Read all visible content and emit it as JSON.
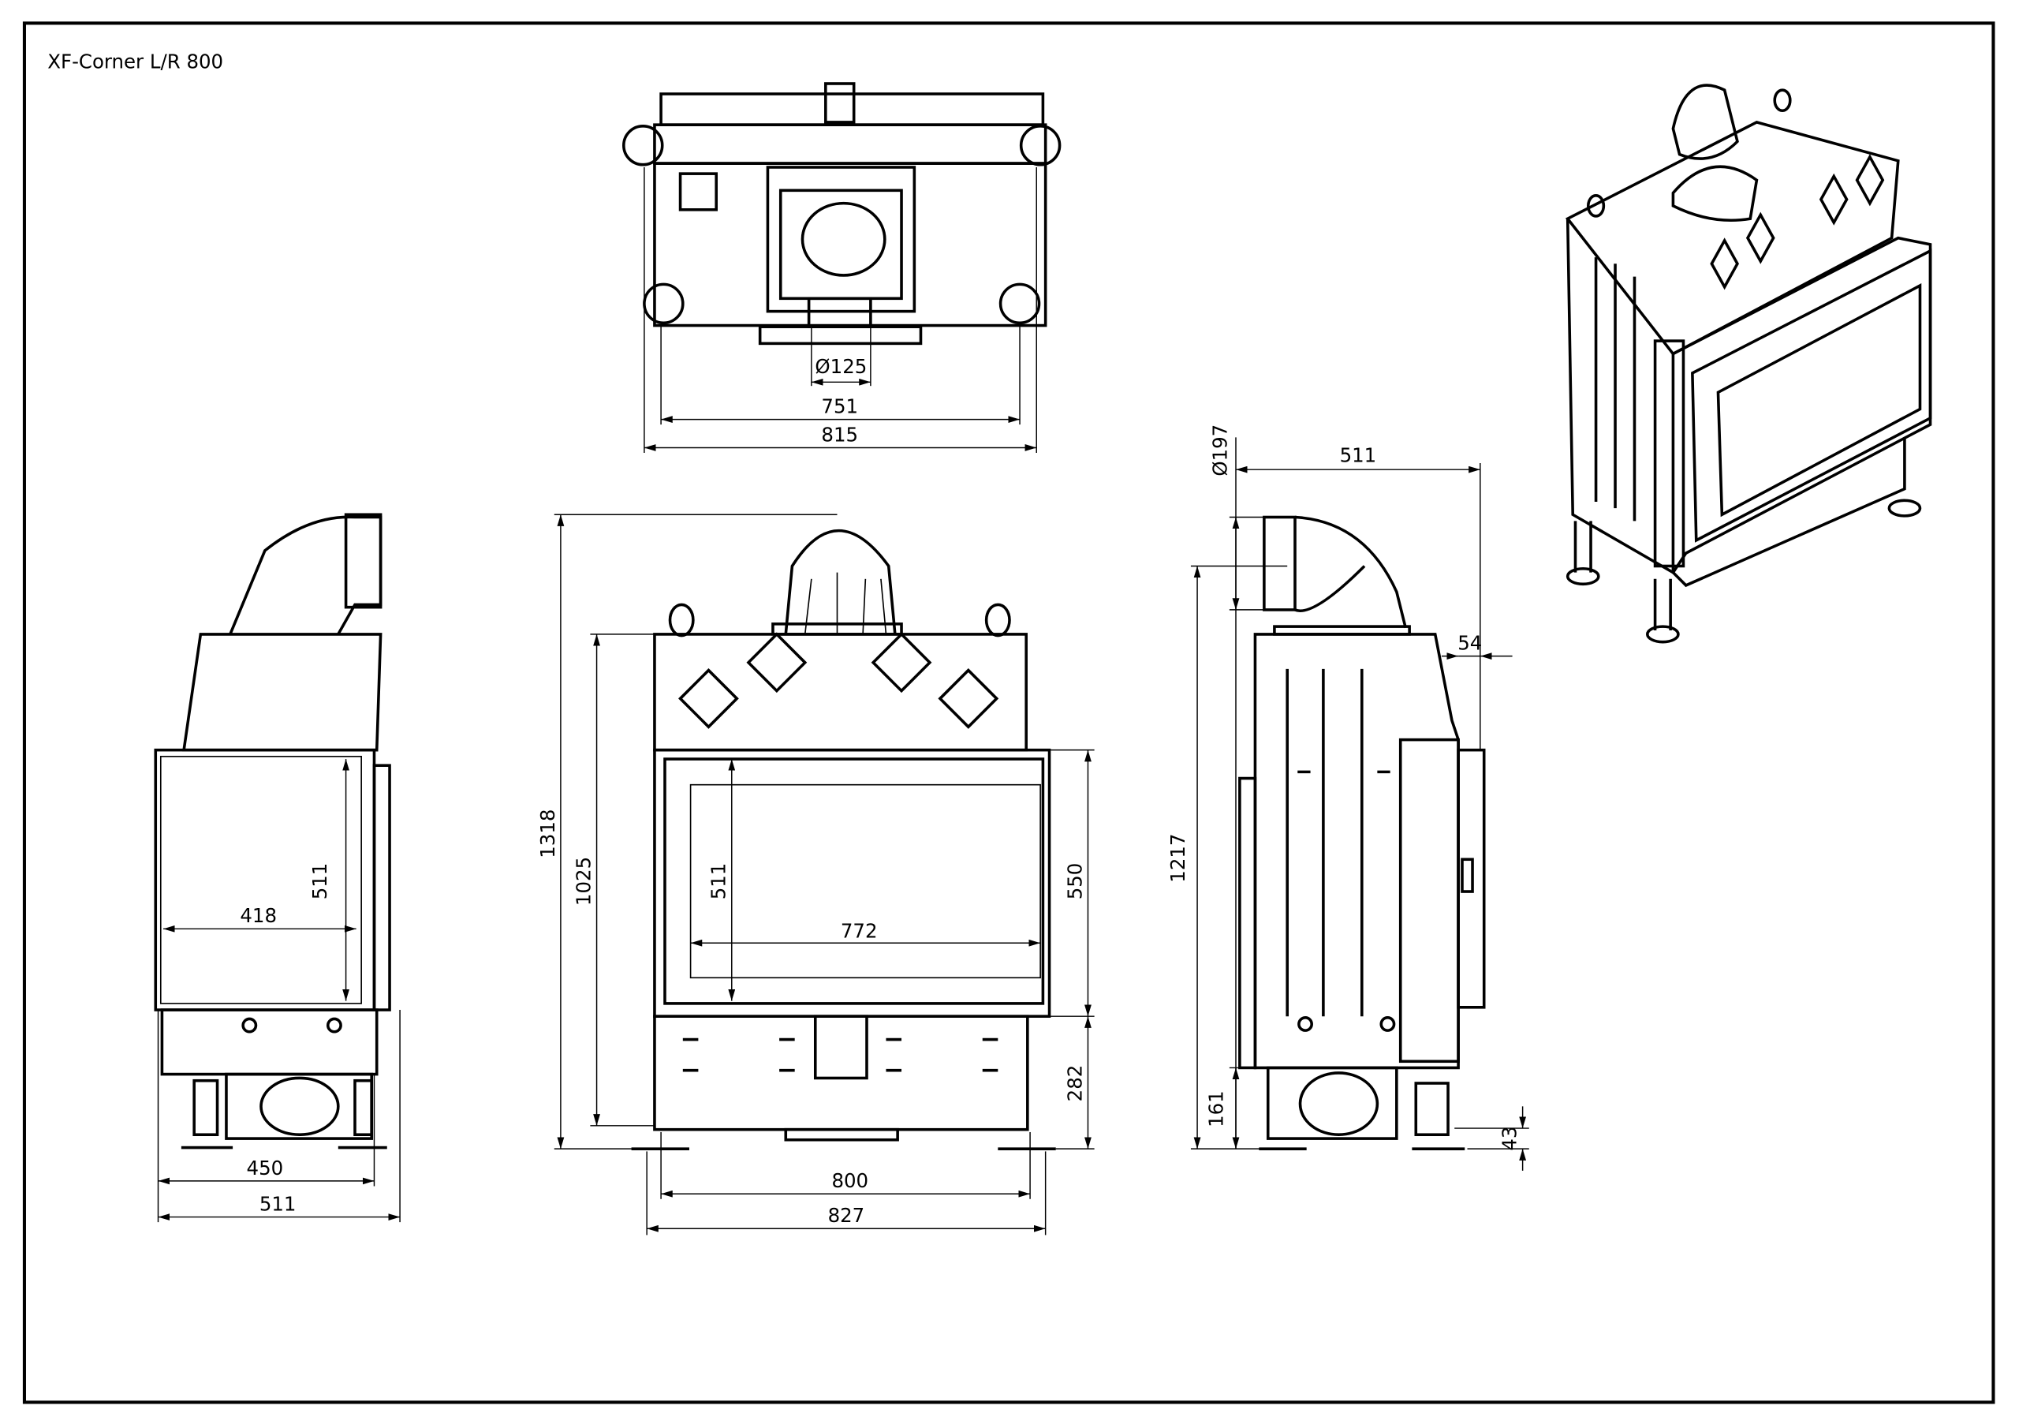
{
  "title": "XF-Corner L/R 800",
  "views": {
    "top": {
      "flue_diameter": "Ø125",
      "inner_width": "751",
      "outer_width": "815"
    },
    "left_side": {
      "width_bottom": "450",
      "width_total": "511",
      "glass_width": "418",
      "glass_height": "511"
    },
    "front": {
      "total_height": "1318",
      "body_height": "1025",
      "glass_height": "511",
      "glass_width": "772",
      "door_height": "550",
      "base_height": "282",
      "inner_width": "800",
      "outer_width": "827"
    },
    "right_side": {
      "flue_diameter": "Ø197",
      "depth": "511",
      "total_height": "1217",
      "door_offset": "54",
      "base_height": "161",
      "foot_height": "43"
    }
  },
  "colors": {
    "line": "#000000",
    "background": "#ffffff"
  }
}
